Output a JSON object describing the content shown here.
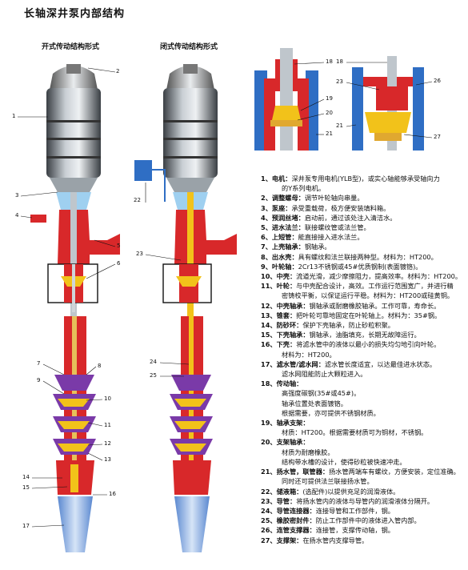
{
  "title": "长轴深井泵内部结构",
  "left_label": "开式传动结构形式",
  "mid_label": "闭式传动结构形式",
  "colors": {
    "red": "#d8282a",
    "blue": "#2f6ec4",
    "purple": "#7a3aa8",
    "yellow": "#f2c21a",
    "grey": "#8d9499",
    "dark": "#2b2f33"
  },
  "callouts": [
    "1",
    "2",
    "3",
    "4",
    "5",
    "6",
    "7",
    "8",
    "9",
    "10",
    "11",
    "12",
    "13",
    "14",
    "15",
    "16",
    "17",
    "18",
    "19",
    "20",
    "21",
    "22",
    "23",
    "24",
    "25",
    "18",
    "23",
    "26",
    "21",
    "27"
  ],
  "legend": [
    {
      "num": "1、电机：",
      "text": "深井泵专用电机(YLB型)，或实心轴能够承受轴向力"
    },
    {
      "num": "",
      "text": "的Y系列电机。",
      "cont": true
    },
    {
      "num": "2、调整螺母：",
      "text": "调节叶轮轴向串量。"
    },
    {
      "num": "3、泵座：",
      "text": "承受重载荷，极方便安装填料箱。"
    },
    {
      "num": "4、预润丝堵：",
      "text": "启动前，通过该处注入清洁水。"
    },
    {
      "num": "5、进水法兰：",
      "text": "联接螺纹管或法兰管。"
    },
    {
      "num": "6、上短管：",
      "text": "能直接接入进水法兰。"
    },
    {
      "num": "7、上壳轴承：",
      "text": "钢轴承。"
    },
    {
      "num": "8、出水壳：",
      "text": "具有螺纹和法兰联接两种型。材料为：HT200。"
    },
    {
      "num": "9、叶轮轴：",
      "text": "2Cr13不锈钢或45#优质钢制(表面镀铬)。"
    },
    {
      "num": "10、中壳：",
      "text": "流道光滑，减少摩擦阻力，提高效率。材料为：HT200。"
    },
    {
      "num": "11、叶轮：",
      "text": "与中壳配合设计，高效。工作运行范围宽广，并进行精"
    },
    {
      "num": "",
      "text": "密铸校平衡，以保证运行平稳。材料为：HT200或硅黄铜。",
      "cont": true
    },
    {
      "num": "12、中壳轴承：",
      "text": "钢轴承或耐磨橡胶轴承。工作可靠，寿命长。"
    },
    {
      "num": "13、锥套：",
      "text": "把叶轮可靠地固定在叶轮轴上。材料为：35#钢。"
    },
    {
      "num": "14、防砂环：",
      "text": "保护下壳轴承，防止砂粒积聚。"
    },
    {
      "num": "15、下壳轴承：",
      "text": "钢轴承，油脂填充，长期无故障运行。"
    },
    {
      "num": "16、下壳：",
      "text": "将滤水管中的液体以最小的损失均匀地引向叶轮。"
    },
    {
      "num": "",
      "text": "材料为：HT200。",
      "cont": true
    },
    {
      "num": "17、滤水管/滤水网：",
      "text": "滤水管长度适宜，以达最佳进水状态。"
    },
    {
      "num": "",
      "text": "滤水网阻能防止大颗粒进入。",
      "cont": true
    },
    {
      "num": "18、传动轴：",
      "text": ""
    },
    {
      "num": "",
      "text": "高强度碳钢(35#或45#)。",
      "cont": true
    },
    {
      "num": "",
      "text": "轴承位置处表面镀铬。",
      "cont": true
    },
    {
      "num": "",
      "text": "根据需要，亦可提供不锈钢材质。",
      "cont": true
    },
    {
      "num": "19、轴承支架：",
      "text": ""
    },
    {
      "num": "",
      "text": "材质：HT200。根据需要材质可为铜材，不锈钢。",
      "cont": true
    },
    {
      "num": "20、支架轴承：",
      "text": ""
    },
    {
      "num": "",
      "text": "材质为耐磨橡胶。",
      "cont": true
    },
    {
      "num": "",
      "text": "结构带水槽的设计，使得砂粒被快速冲走。",
      "cont": true
    },
    {
      "num": "21、扬水管，联管器：",
      "text": "扬水管两端车有螺纹，方便安装，定位准确。"
    },
    {
      "num": "",
      "text": "同时还可提供法兰联接扬水管。",
      "cont": true
    },
    {
      "num": "22、储液箱：",
      "text": "(选配件)以提供充足的润滑液体。"
    },
    {
      "num": "23、导管：",
      "text": "将扬水管内的液体与导管内的润滑液体分隔开。"
    },
    {
      "num": "24、导管连接器：",
      "text": "连接导管和工作部件，钢。"
    },
    {
      "num": "25、橡胶密封件：",
      "text": "防止工作部件中的液体进入管内部。"
    },
    {
      "num": "26、连管支撑器：",
      "text": "连接管，支撑传动轴，钢。"
    },
    {
      "num": "27、支撑架：",
      "text": "在扬水管内支撑导管。"
    }
  ]
}
